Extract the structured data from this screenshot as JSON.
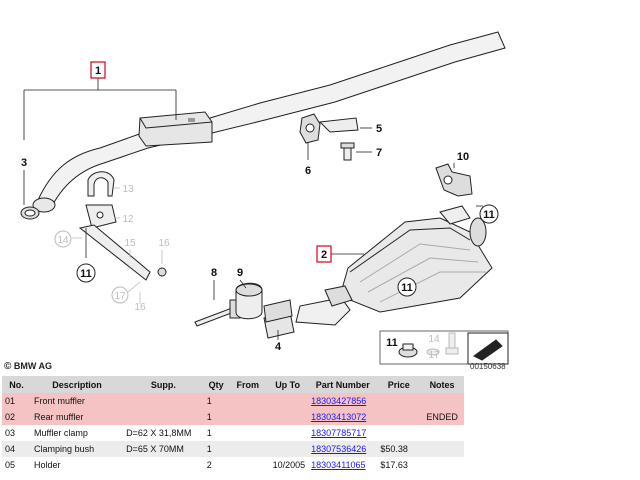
{
  "diagram": {
    "callouts": [
      "1",
      "2",
      "3",
      "4",
      "5",
      "6",
      "7",
      "8",
      "9",
      "10",
      "11",
      "11",
      "11",
      "11",
      "12",
      "13",
      "14",
      "14",
      "15",
      "16",
      "16",
      "17",
      "17"
    ],
    "copyright": "BMW AG",
    "diagram_id": "00150638"
  },
  "table": {
    "headers": [
      "No.",
      "Description",
      "Supp.",
      "Qty",
      "From",
      "Up To",
      "Part Number",
      "Price",
      "Notes"
    ],
    "rows": [
      {
        "no": "01",
        "description": "Front muffler",
        "supp": "",
        "qty": "1",
        "from": "",
        "upto": "",
        "part_number": "18303427856",
        "price": "",
        "notes": "",
        "highlight": true
      },
      {
        "no": "02",
        "description": "Rear muffler",
        "supp": "",
        "qty": "1",
        "from": "",
        "upto": "",
        "part_number": "18303413072",
        "price": "",
        "notes": "ENDED",
        "highlight": true
      },
      {
        "no": "03",
        "description": "Muffler clamp",
        "supp": "D=62 X 31,8MM",
        "qty": "1",
        "from": "",
        "upto": "",
        "part_number": "18307785717",
        "price": "",
        "notes": "",
        "highlight": false
      },
      {
        "no": "04",
        "description": "Clamping bush",
        "supp": "D=65 X 70MM",
        "qty": "1",
        "from": "",
        "upto": "",
        "part_number": "18307536426",
        "price": "$50.38",
        "notes": "",
        "highlight": false
      },
      {
        "no": "05",
        "description": "Holder",
        "supp": "",
        "qty": "2",
        "from": "",
        "upto": "10/2005",
        "part_number": "18303411065",
        "price": "$17.63",
        "notes": "",
        "highlight": false
      }
    ]
  },
  "colors": {
    "highlight_row": "#f5c3c4",
    "header_bg": "#d8d8d8",
    "alt_row": "#ececec",
    "link": "#1a1aee",
    "callout_box": "#d0021b"
  }
}
